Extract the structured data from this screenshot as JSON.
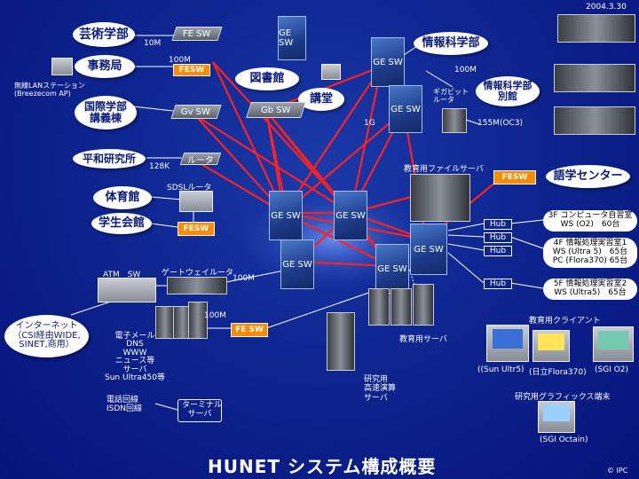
{
  "date": "2004.3.30",
  "title": "HUNET システム構成概要",
  "copyright": "© IPC",
  "clouds": {
    "geijutsu": "芸術学部",
    "jimu": "事務局",
    "kokusai": "国際学部\n講義棟",
    "toshokan": "図書館",
    "kodo": "講堂",
    "joho": "情報科学部",
    "joho_bekkan": "情報科学部\n別館",
    "heiwa": "平和研究所",
    "taiiku": "体育館",
    "gakusei": "学生会館",
    "gogaku": "語学センター",
    "internet": "インターネット\n（CSI経由WIDE,\nSINET,商用）"
  },
  "switches": {
    "fe_sw_top": "FE SW",
    "fesw_jimu": "FESW",
    "ge_sw_top": "GE SW",
    "gv_sw": "Gv SW",
    "gb_sw": "Gb SW",
    "ge_sw_joho": "GE SW",
    "ge_sw_joho2": "GE SW",
    "ge_core1": "GE SW",
    "ge_core2": "GE SW",
    "ge_core3": "GE SW",
    "ge_core4": "GE SW",
    "ge_core5": "GE SW",
    "fesw_gakusei": "FESW",
    "fesw_gogaku": "FESW",
    "fe_sw_servers": "FE SW",
    "atm_sw": "ATM　SW",
    "gateway": "ゲートウェイルータ"
  },
  "labels": {
    "m10": "10M",
    "m100_top": "100M",
    "m100_joho": "100M",
    "g1": "1G",
    "wireless": "無線LANステーション\n(Breezecom AP)",
    "router_gigabit": "ギガビット\nルータ",
    "oc3": "155M(OC3)",
    "router": "ルータ",
    "k128": "128K",
    "sdsl": "SDSLルータ",
    "file_server": "教育用ファイルサーバ",
    "m100_gw": "100M",
    "m100_srv": "100M",
    "mail": "電子メール\nDNS\nWWW\nニュース等\nサーバ\nSun Ultra450等",
    "isdn": "電話回線\nISDN回線",
    "terminal": "ターミナル\nサーバ",
    "edu_server": "教育用サーバ",
    "hpc": "研究用\n高速演算\nサーバ",
    "client": "教育用クライアント",
    "sun": "((Sun Ultr5)",
    "hitachi": "(日立Flora370)",
    "sgi": "(SGI O2)",
    "graphics": "研究用グラフィックス端末",
    "octain": "(SGI Octain)"
  },
  "hubs": [
    "Hub",
    "Hub",
    "Hub",
    "Hub"
  ],
  "labs": [
    "3F コンピュータ自習室\nWS (O2)　60台",
    "4F 情報処理実習室1\nWS (Ultra 5)　65台\nPC (Flora370) 65台",
    "5F 情報処理実習室2\nWS (Ultra5)　65台"
  ]
}
